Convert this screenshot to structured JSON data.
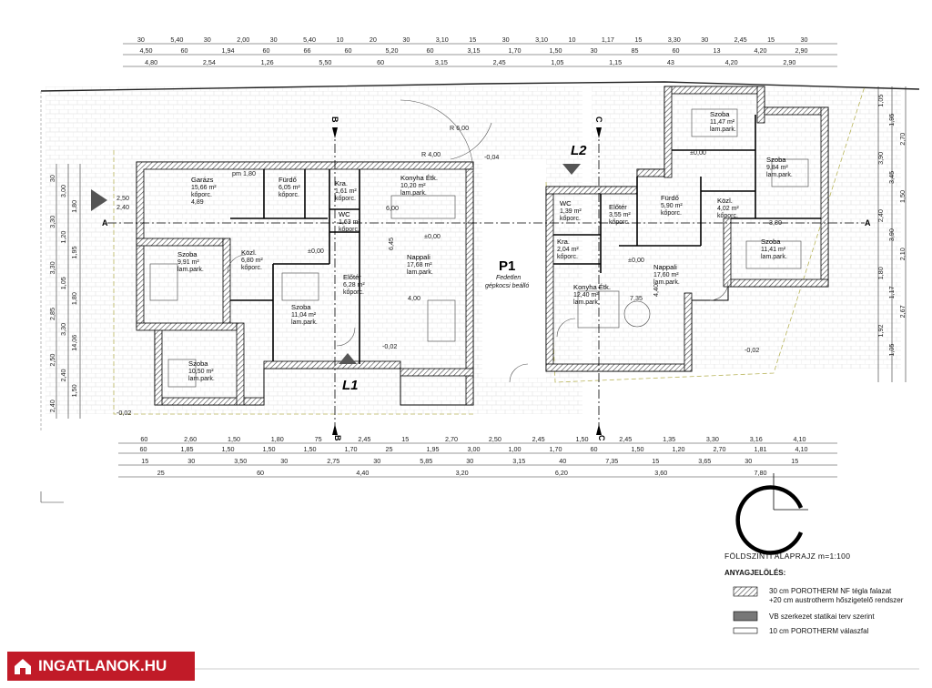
{
  "dims": {
    "top_row1": [
      "30",
      "5,40",
      "30",
      "2,00",
      "30",
      "5,40",
      "10",
      "20",
      "30",
      "3,10",
      "15",
      "30",
      "3,10",
      "10",
      "1,17",
      "15",
      "3,30",
      "30",
      "2,45",
      "15",
      "30"
    ],
    "top_row2": [
      "4,50",
      "60",
      "1,94",
      "60",
      "66",
      "60",
      "5,20",
      "60",
      "3,15",
      "1,70",
      "1,50",
      "30",
      "85",
      "60",
      "13",
      "4,20",
      "2,90"
    ],
    "top_row3": [
      "4,80",
      "2,54",
      "1,26",
      "5,50",
      "60",
      "3,15",
      "2,45",
      "1,05",
      "1,15",
      "43",
      "4,20",
      "2,90"
    ],
    "bottom_row1": [
      "60",
      "2,60",
      "1,50",
      "1,80",
      "75",
      "2,45",
      "15",
      "2,70",
      "2,50",
      "2,45",
      "1,50",
      "2,45",
      "1,35",
      "3,30",
      "3,16",
      "4,10"
    ],
    "bottom_row2": [
      "60",
      "1,85",
      "1,50",
      "1,50",
      "1,50",
      "1,70",
      "25",
      "1,95",
      "3,00",
      "1,00",
      "1,70",
      "60",
      "1,50",
      "1,20",
      "2,70",
      "1,81",
      "4,10"
    ],
    "bottom_row3": [
      "15",
      "30",
      "3,50",
      "30",
      "2,75",
      "30",
      "5,85",
      "30",
      "3,15",
      "40",
      "7,35",
      "15",
      "3,65",
      "30",
      "15"
    ],
    "bottom_row4": [
      "25",
      "60",
      "4,40",
      "3,20",
      "6,20",
      "3,60",
      "7,80"
    ],
    "left_col": [
      "30",
      "3,00",
      "1,80",
      "3,30",
      "1,20",
      "1,95",
      "3,30",
      "1,05",
      "1,80",
      "2,85",
      "3,30",
      "14,06",
      "2,50",
      "2,40",
      "1,50",
      "2,40"
    ],
    "right_col": [
      "1,05",
      "1,95",
      "2,70",
      "3,90",
      "3,45",
      "1,50",
      "2,40",
      "3,90",
      "2,10",
      "1,80",
      "1,17",
      "2,67",
      "1,92",
      "1,05"
    ]
  },
  "rooms": [
    {
      "name": "Garázs",
      "area": "15,66 m²",
      "floor": "kőporc.",
      "extra": "4,89"
    },
    {
      "name": "Fürdő",
      "area": "6,05 m²",
      "floor": "kőporc."
    },
    {
      "name": "Kra.",
      "area": "1,61 m²",
      "floor": "kőporc."
    },
    {
      "name": "WC",
      "area": "1,63 m²",
      "floor": "kőporc."
    },
    {
      "name": "Konyha Étk.",
      "area": "10,20 m²",
      "floor": "lam.park."
    },
    {
      "name": "Közl.",
      "area": "6,80 m²",
      "floor": "kőporc."
    },
    {
      "name": "Szoba",
      "area": "9,91 m²",
      "floor": "lam.park."
    },
    {
      "name": "Szoba",
      "area": "11,04 m²",
      "floor": "lam.park."
    },
    {
      "name": "Előtér",
      "area": "6,28 m²",
      "floor": "kőporc."
    },
    {
      "name": "Nappali",
      "area": "17,68 m²",
      "floor": "lam.park."
    },
    {
      "name": "Szoba",
      "area": "10,50 m²",
      "floor": "lam.park."
    },
    {
      "name": "WC",
      "area": "1,39 m²",
      "floor": "kőporc."
    },
    {
      "name": "Előtér",
      "area": "3,55 m²",
      "floor": "kőporc."
    },
    {
      "name": "Kra.",
      "area": "2,04 m²",
      "floor": "kőporc."
    },
    {
      "name": "Fürdő",
      "area": "5,90 m²",
      "floor": "kőporc."
    },
    {
      "name": "Közl.",
      "area": "4,02 m²",
      "floor": "kőporc."
    },
    {
      "name": "Szoba",
      "area": "11,47 m²",
      "floor": "lam.park."
    },
    {
      "name": "Szoba",
      "area": "9,84 m²",
      "floor": "lam.park."
    },
    {
      "name": "Szoba",
      "area": "11,41 m²",
      "floor": "lam.park."
    },
    {
      "name": "Nappali",
      "area": "17,60 m²",
      "floor": "lam.park."
    },
    {
      "name": "Konyha Étk.",
      "area": "12,40 m²",
      "floor": "lam.park."
    }
  ],
  "levels": [
    "±0,00",
    "±0,00",
    "±0,00",
    "±0,00",
    "-0,02",
    "-0,02",
    "-0,02",
    "-0,04"
  ],
  "labels": {
    "p1": "P1",
    "carport_1": "Fedetlen",
    "carport_2": "gépkocsi beálló",
    "l1": "L1",
    "l2": "L2",
    "section_a": "A",
    "section_b": "B",
    "section_c": "C",
    "r600": "R 6,00",
    "r400": "R 4,00",
    "pm": "pm 1,80",
    "misc_1": "2,50",
    "misc_2": "2,40",
    "misc_3": "6,00",
    "misc_4": "6,45",
    "misc_5": "4,00",
    "misc_6": "7,35",
    "misc_7": "4,40",
    "misc_8": "3,80"
  },
  "title": "FÖLDSZINTI ALAPRAJZ m=1:100",
  "legend": {
    "heading": "ANYAGJELÖLÉS:",
    "item1_line1": "30 cm POROTHERM NF tégla falazat",
    "item1_line2": "+20 cm austrotherm hőszigetelő rendszer",
    "item2": "VB szerkezet statikai terv szerint",
    "item3": "10 cm POROTHERM válaszfal"
  },
  "watermark": "INGATLANOK.HU"
}
